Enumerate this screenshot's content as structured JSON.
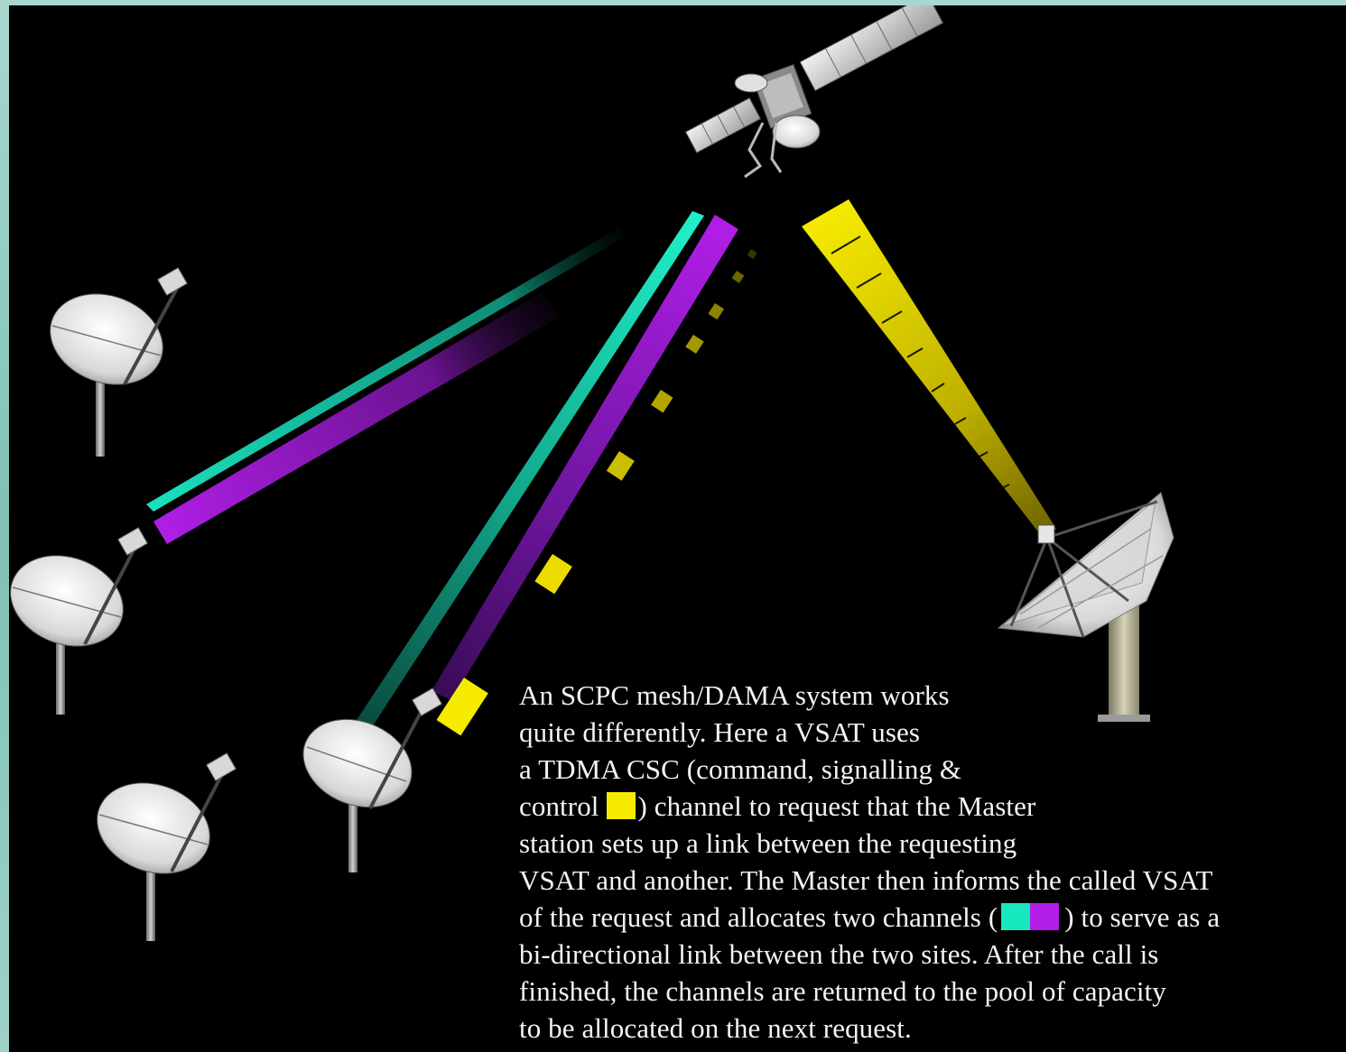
{
  "caption": {
    "line1": "An SCPC mesh/DAMA system works",
    "line2": "quite differently.  Here a VSAT uses",
    "line3": "a TDMA CSC (command, signalling &",
    "line4_before": "control",
    "line4_after": ") channel to request that the Master",
    "line5": "station sets up a link between the requesting",
    "line6": "VSAT and another.  The Master then informs the called VSAT",
    "line7_before": "of the request and allocates two channels (",
    "line7_after": ") to serve as a",
    "line8": "bi-directional link between the two sites.  After the call is",
    "line9": "finished, the channels are returned to the pool of capacity",
    "line10": "to be allocated on the next request."
  },
  "colors": {
    "background": "#000000",
    "frame": "#8fcac0",
    "control_channel": "#f2e600",
    "channel_cyan": "#18e8c0",
    "channel_purple": "#b21ee8",
    "text": "#f4f4f4"
  },
  "icons": [
    "satellite-icon",
    "vsat-dish-icon",
    "master-station-icon"
  ]
}
